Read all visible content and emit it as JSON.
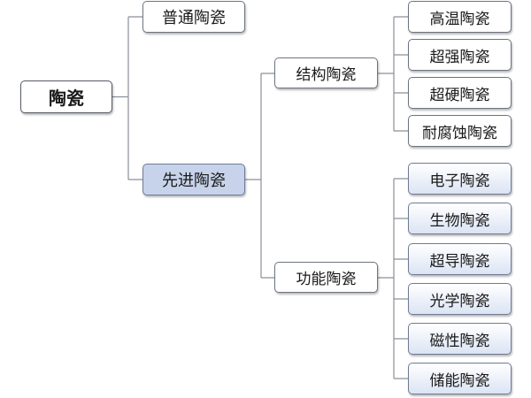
{
  "diagram": {
    "root": {
      "label": "陶瓷"
    },
    "level1": [
      {
        "label": "普通陶瓷",
        "selected": false
      },
      {
        "label": "先进陶瓷",
        "selected": true
      }
    ],
    "level2": [
      {
        "label": "结构陶瓷"
      },
      {
        "label": "功能陶瓷"
      }
    ],
    "structural_leaves": [
      {
        "label": "高温陶瓷"
      },
      {
        "label": "超强陶瓷"
      },
      {
        "label": "超硬陶瓷"
      },
      {
        "label": "耐腐蚀陶瓷"
      }
    ],
    "functional_leaves": [
      {
        "label": "电子陶瓷"
      },
      {
        "label": "生物陶瓷"
      },
      {
        "label": "超导陶瓷"
      },
      {
        "label": "光学陶瓷"
      },
      {
        "label": "磁性陶瓷"
      },
      {
        "label": "储能陶瓷"
      }
    ],
    "colors": {
      "connector": "#8a8f98",
      "selected_fill": "#c7d3ea",
      "leaf_tint": "#dbe4f4"
    }
  }
}
